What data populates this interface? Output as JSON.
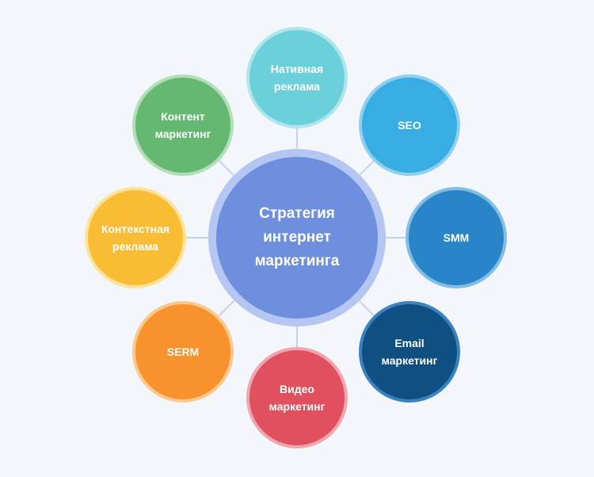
{
  "center": {
    "label": "Стратегия\nинтернет\nмаркетинга",
    "color": "#6e8ede",
    "ring_color": "#b6c6f2"
  },
  "nodes": [
    {
      "id": "native",
      "label": "Нативная\nреклама",
      "color": "#6cd0da",
      "ring": "#aee6ec"
    },
    {
      "id": "seo",
      "label": "SEO",
      "color": "#37ade2",
      "ring": "#8fd0ef"
    },
    {
      "id": "smm",
      "label": "SMM",
      "color": "#2a84c8",
      "ring": "#82bde6"
    },
    {
      "id": "email",
      "label": "Email\nмаркетинг",
      "color": "#104f82",
      "ring": "#3b82c0"
    },
    {
      "id": "video",
      "label": "Видео\nмаркетинг",
      "color": "#e0505e",
      "ring": "#f0a6ae"
    },
    {
      "id": "serm",
      "label": "SERM",
      "color": "#f7922c",
      "ring": "#fbc88e"
    },
    {
      "id": "context",
      "label": "Контекстная\nреклама",
      "color": "#f8bd35",
      "ring": "#fde39a"
    },
    {
      "id": "content",
      "label": "Контент\nмаркетинг",
      "color": "#64b871",
      "ring": "#b2dfb8"
    }
  ],
  "connector_color": "#c5d3ea"
}
